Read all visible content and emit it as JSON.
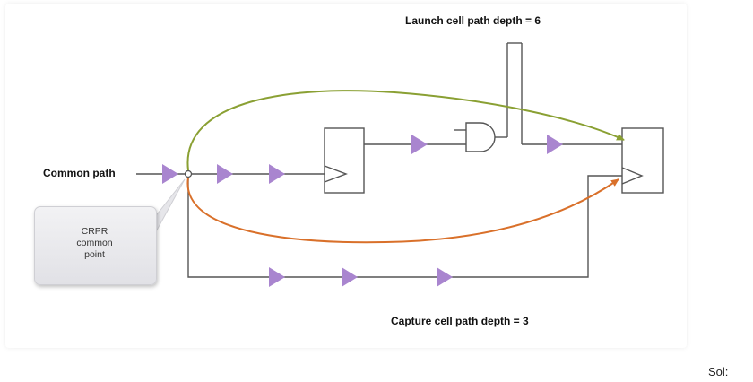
{
  "labels": {
    "launch": "Launch cell path depth = 6",
    "common": "Common path",
    "capture": "Capture cell path depth = 3",
    "callout_lines": [
      "CRPR",
      "common",
      "point"
    ]
  },
  "footer": {
    "sol": "Sol:"
  },
  "colors": {
    "buffer": "#a985cf",
    "launch_arc": "#8aa033",
    "capture_arc": "#d9702a",
    "wire": "#555555"
  }
}
